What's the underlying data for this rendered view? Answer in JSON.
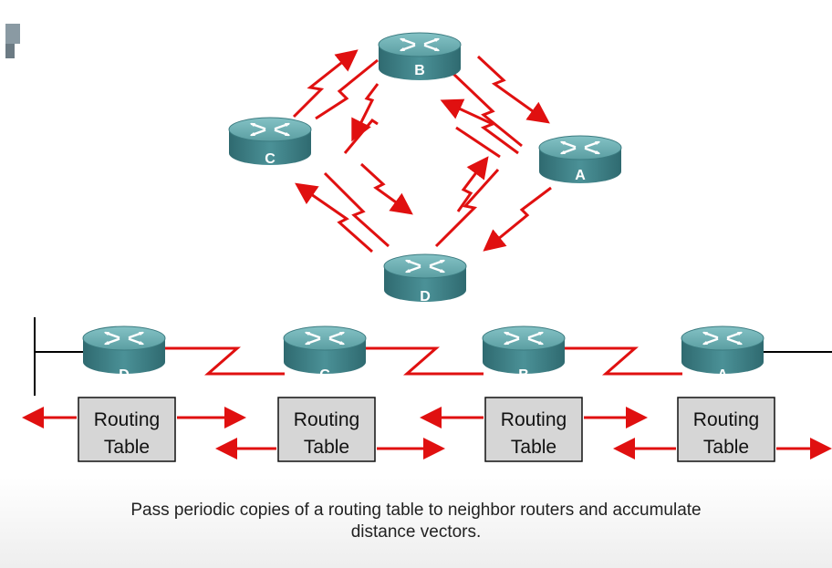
{
  "colors": {
    "arrow": "#e01010",
    "router_top": "#5fa3a7",
    "router_side": "#3f8086",
    "table_fill": "#d6d6d6"
  },
  "top_diagram": {
    "routers": [
      "B",
      "C",
      "A",
      "D"
    ]
  },
  "bottom_diagram": {
    "routers": [
      "D",
      "C",
      "B",
      "A"
    ],
    "routing_table_label_line1": "Routing",
    "routing_table_label_line2": "Table"
  },
  "caption": {
    "line1": "Pass periodic copies of a routing table to neighbor routers and accumulate",
    "line2": "distance vectors."
  }
}
